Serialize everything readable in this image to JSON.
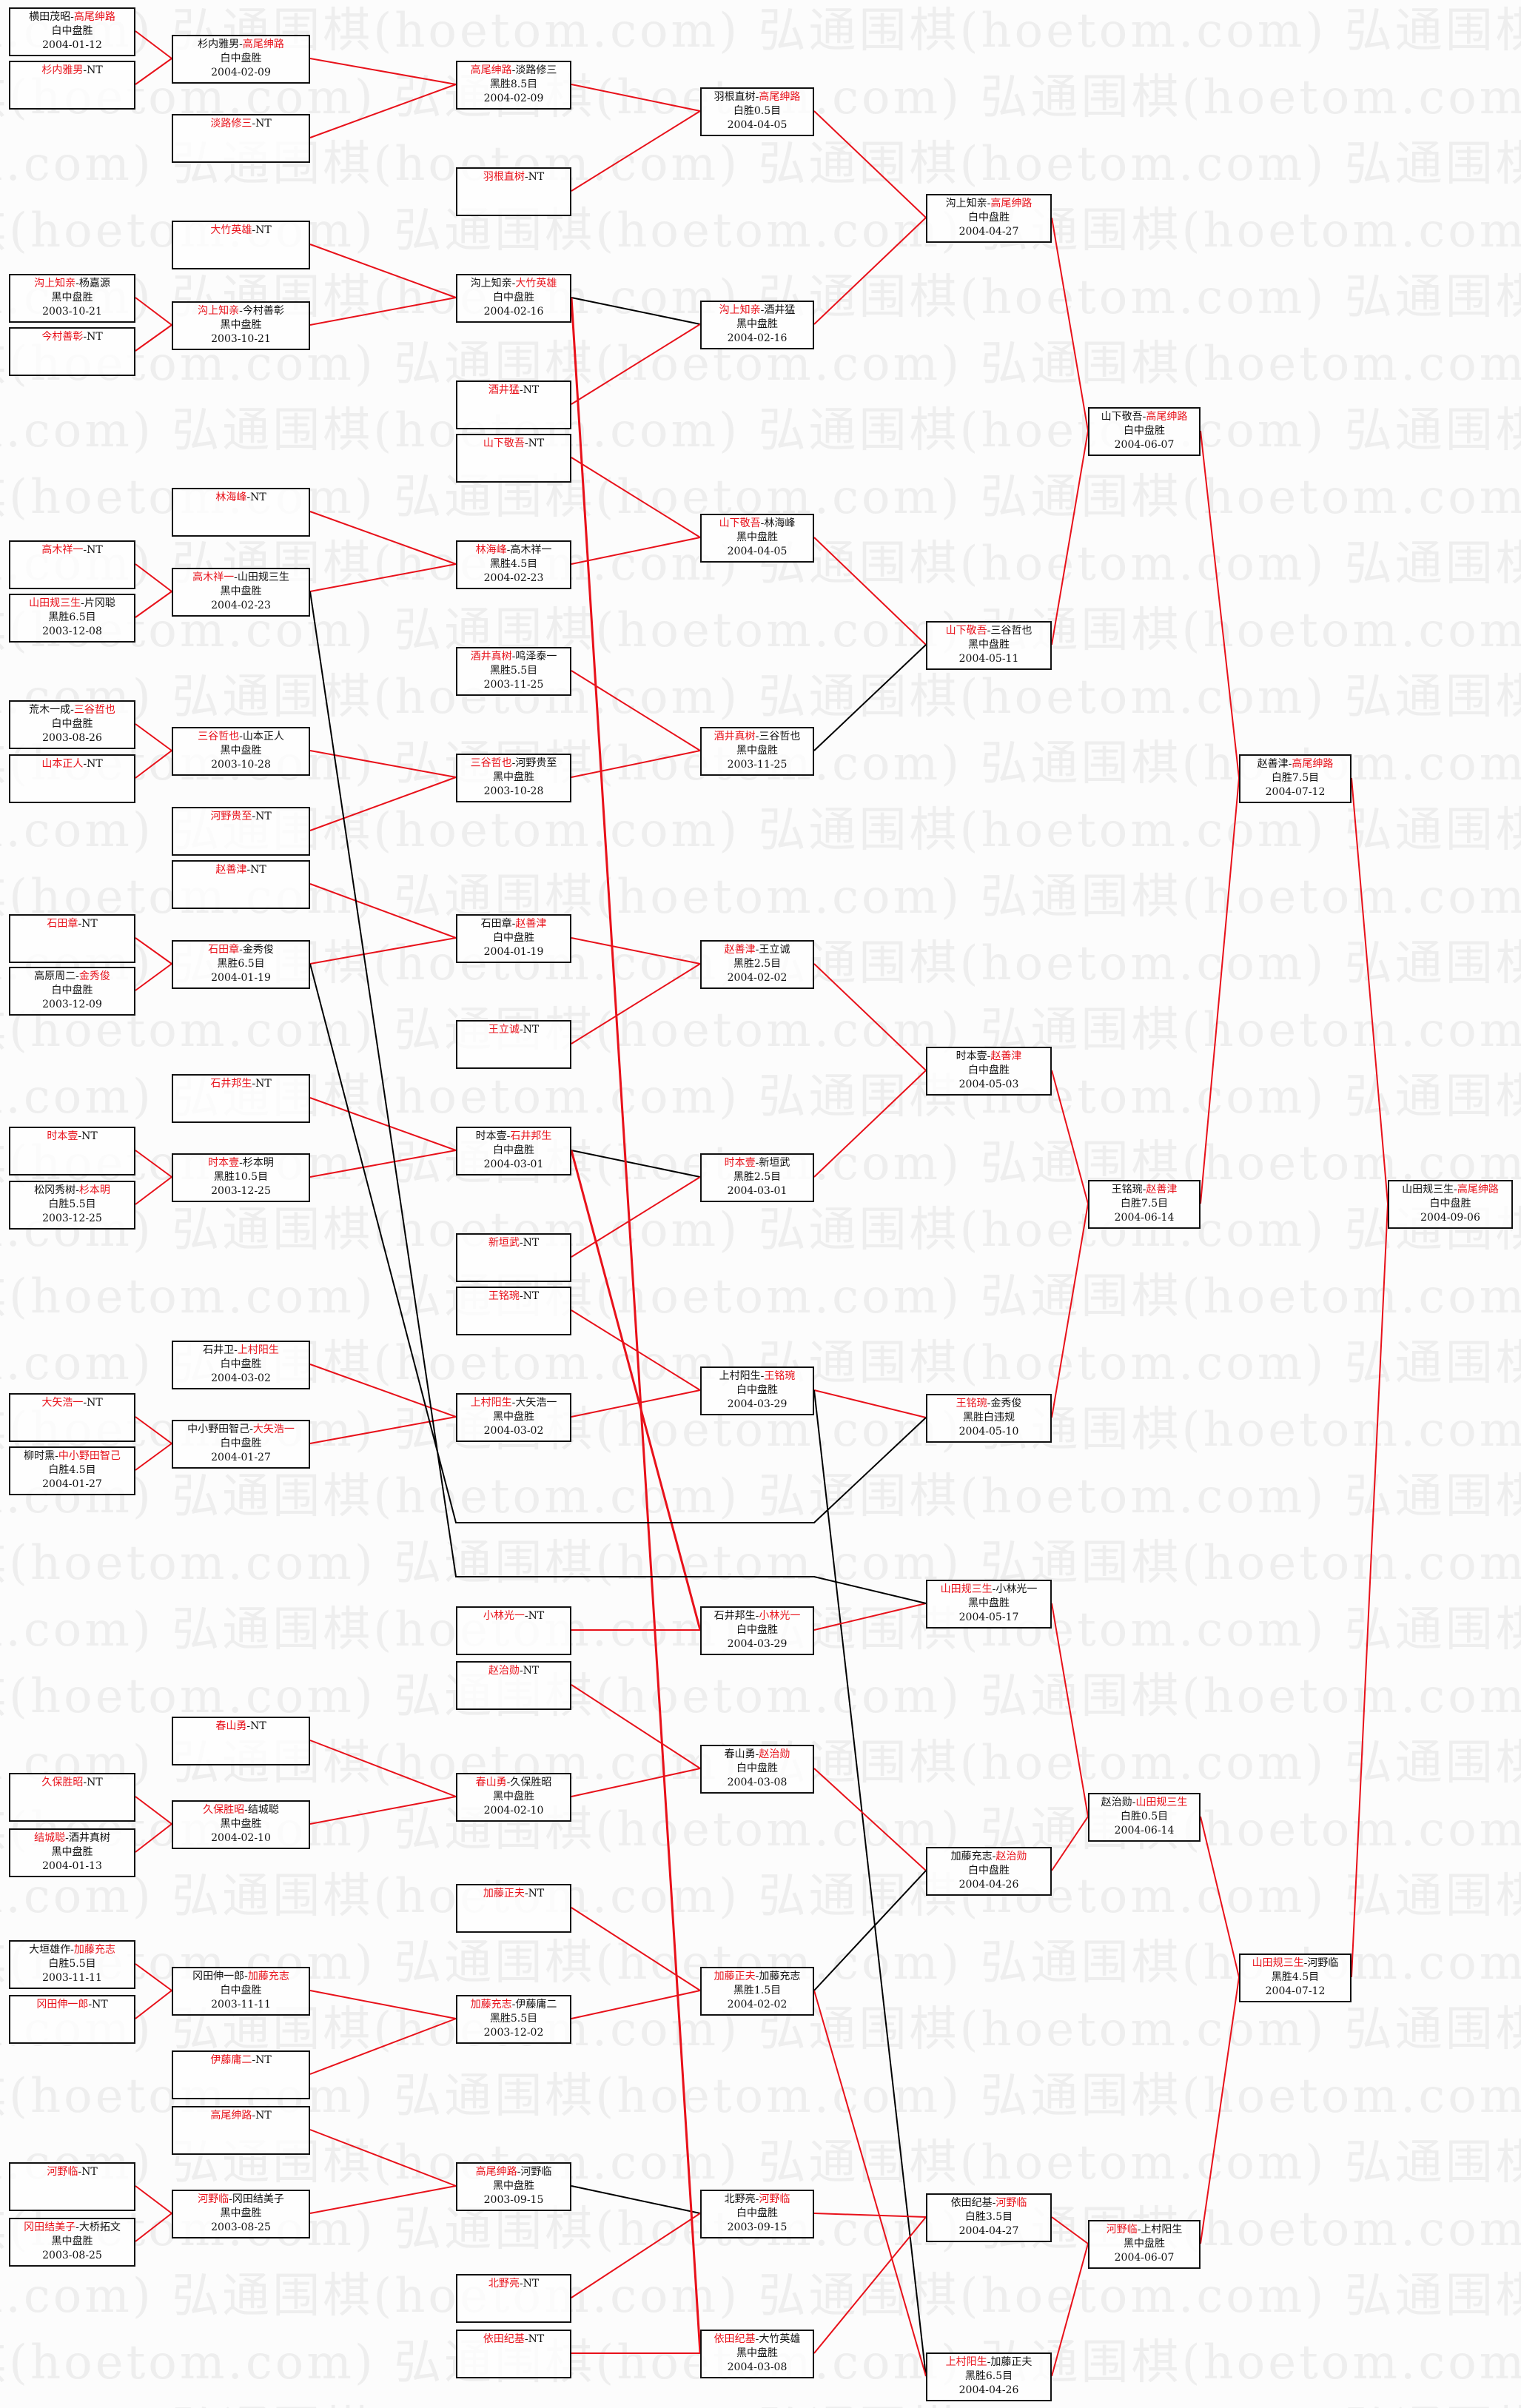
{
  "watermark": "弘通围棋(hoetom.com)",
  "colors": {
    "winner": "#e8111a",
    "loser_line": "#000000",
    "winner_line": "#e8111a"
  },
  "boxes": [
    {
      "id": "a1",
      "p1": "横田茂昭",
      "p2": "高尾绅路",
      "w": 2,
      "res": "白中盘胜",
      "date": "2004-01-12"
    },
    {
      "id": "a2",
      "p1": "杉内雅男",
      "p2": "NT",
      "w": 1
    },
    {
      "id": "a3",
      "p1": "沟上知亲",
      "p2": "杨嘉源",
      "w": 1,
      "res": "黑中盘胜",
      "date": "2003-10-21"
    },
    {
      "id": "a4",
      "p1": "今村善彰",
      "p2": "NT",
      "w": 1
    },
    {
      "id": "a5",
      "p1": "高木祥一",
      "p2": "NT",
      "w": 1
    },
    {
      "id": "a6",
      "p1": "山田规三生",
      "p2": "片冈聪",
      "w": 1,
      "res": "黑胜6.5目",
      "date": "2003-12-08"
    },
    {
      "id": "a7",
      "p1": "荒木一成",
      "p2": "三谷哲也",
      "w": 2,
      "res": "白中盘胜",
      "date": "2003-08-26"
    },
    {
      "id": "a8",
      "p1": "山本正人",
      "p2": "NT",
      "w": 1
    },
    {
      "id": "a9",
      "p1": "石田章",
      "p2": "NT",
      "w": 1
    },
    {
      "id": "a10",
      "p1": "高原周二",
      "p2": "金秀俊",
      "w": 2,
      "res": "白中盘胜",
      "date": "2003-12-09"
    },
    {
      "id": "a11",
      "p1": "时本壹",
      "p2": "NT",
      "w": 1
    },
    {
      "id": "a12",
      "p1": "松冈秀树",
      "p2": "杉本明",
      "w": 2,
      "res": "白胜5.5目",
      "date": "2003-12-25"
    },
    {
      "id": "a13",
      "p1": "大矢浩一",
      "p2": "NT",
      "w": 1
    },
    {
      "id": "a14",
      "p1": "柳时熏",
      "p2": "中小野田智己",
      "w": 2,
      "res": "白胜4.5目",
      "date": "2004-01-27"
    },
    {
      "id": "a15",
      "p1": "久保胜昭",
      "p2": "NT",
      "w": 1
    },
    {
      "id": "a16",
      "p1": "结城聪",
      "p2": "酒井真树",
      "w": 1,
      "res": "黑中盘胜",
      "date": "2004-01-13"
    },
    {
      "id": "a17",
      "p1": "大垣雄作",
      "p2": "加藤充志",
      "w": 2,
      "res": "白胜5.5目",
      "date": "2003-11-11"
    },
    {
      "id": "a18",
      "p1": "冈田伸一郎",
      "p2": "NT",
      "w": 1
    },
    {
      "id": "a19",
      "p1": "河野临",
      "p2": "NT",
      "w": 1
    },
    {
      "id": "a20",
      "p1": "冈田结美子",
      "p2": "大桥拓文",
      "w": 1,
      "res": "黑中盘胜",
      "date": "2003-08-25"
    },
    {
      "id": "b1",
      "p1": "杉内雅男",
      "p2": "高尾绅路",
      "w": 2,
      "res": "白中盘胜",
      "date": "2004-02-09"
    },
    {
      "id": "b2",
      "p1": "淡路修三",
      "p2": "NT",
      "w": 1
    },
    {
      "id": "b3",
      "p1": "大竹英雄",
      "p2": "NT",
      "w": 1
    },
    {
      "id": "b4",
      "p1": "沟上知亲",
      "p2": "今村善彰",
      "w": 1,
      "res": "黑中盘胜",
      "date": "2003-10-21"
    },
    {
      "id": "b5",
      "p1": "林海峰",
      "p2": "NT",
      "w": 1
    },
    {
      "id": "b6",
      "p1": "高木祥一",
      "p2": "山田规三生",
      "w": 1,
      "res": "黑中盘胜",
      "date": "2004-02-23"
    },
    {
      "id": "b7",
      "p1": "三谷哲也",
      "p2": "山本正人",
      "w": 1,
      "res": "黑中盘胜",
      "date": "2003-10-28"
    },
    {
      "id": "b8",
      "p1": "河野贵至",
      "p2": "NT",
      "w": 1
    },
    {
      "id": "b9",
      "p1": "赵善津",
      "p2": "NT",
      "w": 1
    },
    {
      "id": "b10",
      "p1": "石田章",
      "p2": "金秀俊",
      "w": 1,
      "res": "黑胜6.5目",
      "date": "2004-01-19"
    },
    {
      "id": "b11",
      "p1": "石井邦生",
      "p2": "NT",
      "w": 1
    },
    {
      "id": "b12",
      "p1": "时本壹",
      "p2": "杉本明",
      "w": 1,
      "res": "黑胜10.5目",
      "date": "2003-12-25"
    },
    {
      "id": "b13",
      "p1": "石井卫",
      "p2": "上村阳生",
      "w": 2,
      "res": "白中盘胜",
      "date": "2004-03-02"
    },
    {
      "id": "b14",
      "p1": "中小野田智己",
      "p2": "大矢浩一",
      "w": 2,
      "res": "白中盘胜",
      "date": "2004-01-27"
    },
    {
      "id": "b15",
      "p1": "春山勇",
      "p2": "NT",
      "w": 1
    },
    {
      "id": "b16",
      "p1": "久保胜昭",
      "p2": "结城聪",
      "w": 1,
      "res": "黑中盘胜",
      "date": "2004-02-10"
    },
    {
      "id": "b17",
      "p1": "冈田伸一郎",
      "p2": "加藤充志",
      "w": 2,
      "res": "白中盘胜",
      "date": "2003-11-11"
    },
    {
      "id": "b18",
      "p1": "伊藤庸二",
      "p2": "NT",
      "w": 1
    },
    {
      "id": "b19",
      "p1": "高尾绅路",
      "p2": "NT",
      "w": 1
    },
    {
      "id": "b20",
      "p1": "河野临",
      "p2": "冈田结美子",
      "w": 1,
      "res": "黑中盘胜",
      "date": "2003-08-25"
    },
    {
      "id": "c1",
      "p1": "高尾绅路",
      "p2": "淡路修三",
      "w": 1,
      "res": "黑胜8.5目",
      "date": "2004-02-09"
    },
    {
      "id": "c2",
      "p1": "羽根直树",
      "p2": "NT",
      "w": 1
    },
    {
      "id": "c3",
      "p1": "沟上知亲",
      "p2": "大竹英雄",
      "w": 2,
      "res": "白中盘胜",
      "date": "2004-02-16"
    },
    {
      "id": "c4",
      "p1": "酒井猛",
      "p2": "NT",
      "w": 1
    },
    {
      "id": "c5",
      "p1": "山下敬吾",
      "p2": "NT",
      "w": 1
    },
    {
      "id": "c6",
      "p1": "林海峰",
      "p2": "高木祥一",
      "w": 1,
      "res": "黑胜4.5目",
      "date": "2004-02-23"
    },
    {
      "id": "c7",
      "p1": "酒井真树",
      "p2": "鸣泽泰一",
      "w": 1,
      "res": "黑胜5.5目",
      "date": "2003-11-25"
    },
    {
      "id": "c8",
      "p1": "三谷哲也",
      "p2": "河野贵至",
      "w": 1,
      "res": "黑中盘胜",
      "date": "2003-10-28"
    },
    {
      "id": "c9",
      "p1": "石田章",
      "p2": "赵善津",
      "w": 2,
      "res": "白中盘胜",
      "date": "2004-01-19"
    },
    {
      "id": "c10",
      "p1": "王立诚",
      "p2": "NT",
      "w": 1
    },
    {
      "id": "c11",
      "p1": "时本壹",
      "p2": "石井邦生",
      "w": 2,
      "res": "白中盘胜",
      "date": "2004-03-01"
    },
    {
      "id": "c12",
      "p1": "新垣武",
      "p2": "NT",
      "w": 1
    },
    {
      "id": "c13",
      "p1": "王铭琬",
      "p2": "NT",
      "w": 1
    },
    {
      "id": "c14",
      "p1": "上村阳生",
      "p2": "大矢浩一",
      "w": 1,
      "res": "黑中盘胜",
      "date": "2004-03-02"
    },
    {
      "id": "c15",
      "p1": "小林光一",
      "p2": "NT",
      "w": 1
    },
    {
      "id": "c16",
      "p1": "赵治勋",
      "p2": "NT",
      "w": 1
    },
    {
      "id": "c17",
      "p1": "春山勇",
      "p2": "久保胜昭",
      "w": 1,
      "res": "黑中盘胜",
      "date": "2004-02-10"
    },
    {
      "id": "c18",
      "p1": "加藤正夫",
      "p2": "NT",
      "w": 1
    },
    {
      "id": "c19",
      "p1": "加藤充志",
      "p2": "伊藤庸二",
      "w": 1,
      "res": "黑胜5.5目",
      "date": "2003-12-02"
    },
    {
      "id": "c20",
      "p1": "高尾绅路",
      "p2": "河野临",
      "w": 1,
      "res": "黑中盘胜",
      "date": "2003-09-15"
    },
    {
      "id": "c21",
      "p1": "北野亮",
      "p2": "NT",
      "w": 1
    },
    {
      "id": "c22",
      "p1": "依田纪基",
      "p2": "NT",
      "w": 1
    },
    {
      "id": "d1",
      "p1": "羽根直树",
      "p2": "高尾绅路",
      "w": 2,
      "res": "白胜0.5目",
      "date": "2004-04-05"
    },
    {
      "id": "d2",
      "p1": "沟上知亲",
      "p2": "酒井猛",
      "w": 1,
      "res": "黑中盘胜",
      "date": "2004-02-16"
    },
    {
      "id": "d3",
      "p1": "山下敬吾",
      "p2": "林海峰",
      "w": 1,
      "res": "黑中盘胜",
      "date": "2004-04-05"
    },
    {
      "id": "d4",
      "p1": "酒井真树",
      "p2": "三谷哲也",
      "w": 1,
      "res": "黑中盘胜",
      "date": "2003-11-25"
    },
    {
      "id": "d5",
      "p1": "赵善津",
      "p2": "王立诚",
      "w": 1,
      "res": "黑胜2.5目",
      "date": "2004-02-02"
    },
    {
      "id": "d6",
      "p1": "时本壹",
      "p2": "新垣武",
      "w": 1,
      "res": "黑胜2.5目",
      "date": "2004-03-01"
    },
    {
      "id": "d7",
      "p1": "上村阳生",
      "p2": "王铭琬",
      "w": 2,
      "res": "白中盘胜",
      "date": "2004-03-29"
    },
    {
      "id": "d8",
      "p1": "石井邦生",
      "p2": "小林光一",
      "w": 2,
      "res": "白中盘胜",
      "date": "2004-03-29"
    },
    {
      "id": "d9",
      "p1": "春山勇",
      "p2": "赵治勋",
      "w": 2,
      "res": "白中盘胜",
      "date": "2004-03-08"
    },
    {
      "id": "d10",
      "p1": "加藤正夫",
      "p2": "加藤充志",
      "w": 1,
      "res": "黑胜1.5目",
      "date": "2004-02-02"
    },
    {
      "id": "d11",
      "p1": "北野亮",
      "p2": "河野临",
      "w": 2,
      "res": "白中盘胜",
      "date": "2003-09-15"
    },
    {
      "id": "d12",
      "p1": "依田纪基",
      "p2": "大竹英雄",
      "w": 1,
      "res": "黑中盘胜",
      "date": "2004-03-08"
    },
    {
      "id": "e1",
      "p1": "沟上知亲",
      "p2": "高尾绅路",
      "w": 2,
      "res": "白中盘胜",
      "date": "2004-04-27"
    },
    {
      "id": "e2",
      "p1": "山下敬吾",
      "p2": "三谷哲也",
      "w": 1,
      "res": "黑中盘胜",
      "date": "2004-05-11"
    },
    {
      "id": "e3",
      "p1": "时本壹",
      "p2": "赵善津",
      "w": 2,
      "res": "白中盘胜",
      "date": "2004-05-03"
    },
    {
      "id": "e4",
      "p1": "王铭琬",
      "p2": "金秀俊",
      "w": 1,
      "res": "黑胜白违规",
      "date": "2004-05-10"
    },
    {
      "id": "e5",
      "p1": "山田规三生",
      "p2": "小林光一",
      "w": 1,
      "res": "黑中盘胜",
      "date": "2004-05-17"
    },
    {
      "id": "e6",
      "p1": "加藤充志",
      "p2": "赵治勋",
      "w": 2,
      "res": "白中盘胜",
      "date": "2004-04-26"
    },
    {
      "id": "e7",
      "p1": "依田纪基",
      "p2": "河野临",
      "w": 2,
      "res": "白胜3.5目",
      "date": "2004-04-27"
    },
    {
      "id": "e8",
      "p1": "上村阳生",
      "p2": "加藤正夫",
      "w": 1,
      "res": "黑胜6.5目",
      "date": "2004-04-26"
    },
    {
      "id": "f1",
      "p1": "山下敬吾",
      "p2": "高尾绅路",
      "w": 2,
      "res": "白中盘胜",
      "date": "2004-06-07"
    },
    {
      "id": "f2",
      "p1": "王铭琬",
      "p2": "赵善津",
      "w": 2,
      "res": "白胜7.5目",
      "date": "2004-06-14"
    },
    {
      "id": "f3",
      "p1": "赵治勋",
      "p2": "山田规三生",
      "w": 2,
      "res": "白胜0.5目",
      "date": "2004-06-14"
    },
    {
      "id": "f4",
      "p1": "河野临",
      "p2": "上村阳生",
      "w": 1,
      "res": "黑中盘胜",
      "date": "2004-06-07"
    },
    {
      "id": "g1",
      "p1": "赵善津",
      "p2": "高尾绅路",
      "w": 2,
      "res": "白胜7.5目",
      "date": "2004-07-12"
    },
    {
      "id": "g2",
      "p1": "山田规三生",
      "p2": "河野临",
      "w": 1,
      "res": "黑胜4.5目",
      "date": "2004-07-12"
    },
    {
      "id": "h1",
      "p1": "山田规三生",
      "p2": "高尾绅路",
      "w": 2,
      "res": "白中盘胜",
      "date": "2004-09-06"
    }
  ]
}
